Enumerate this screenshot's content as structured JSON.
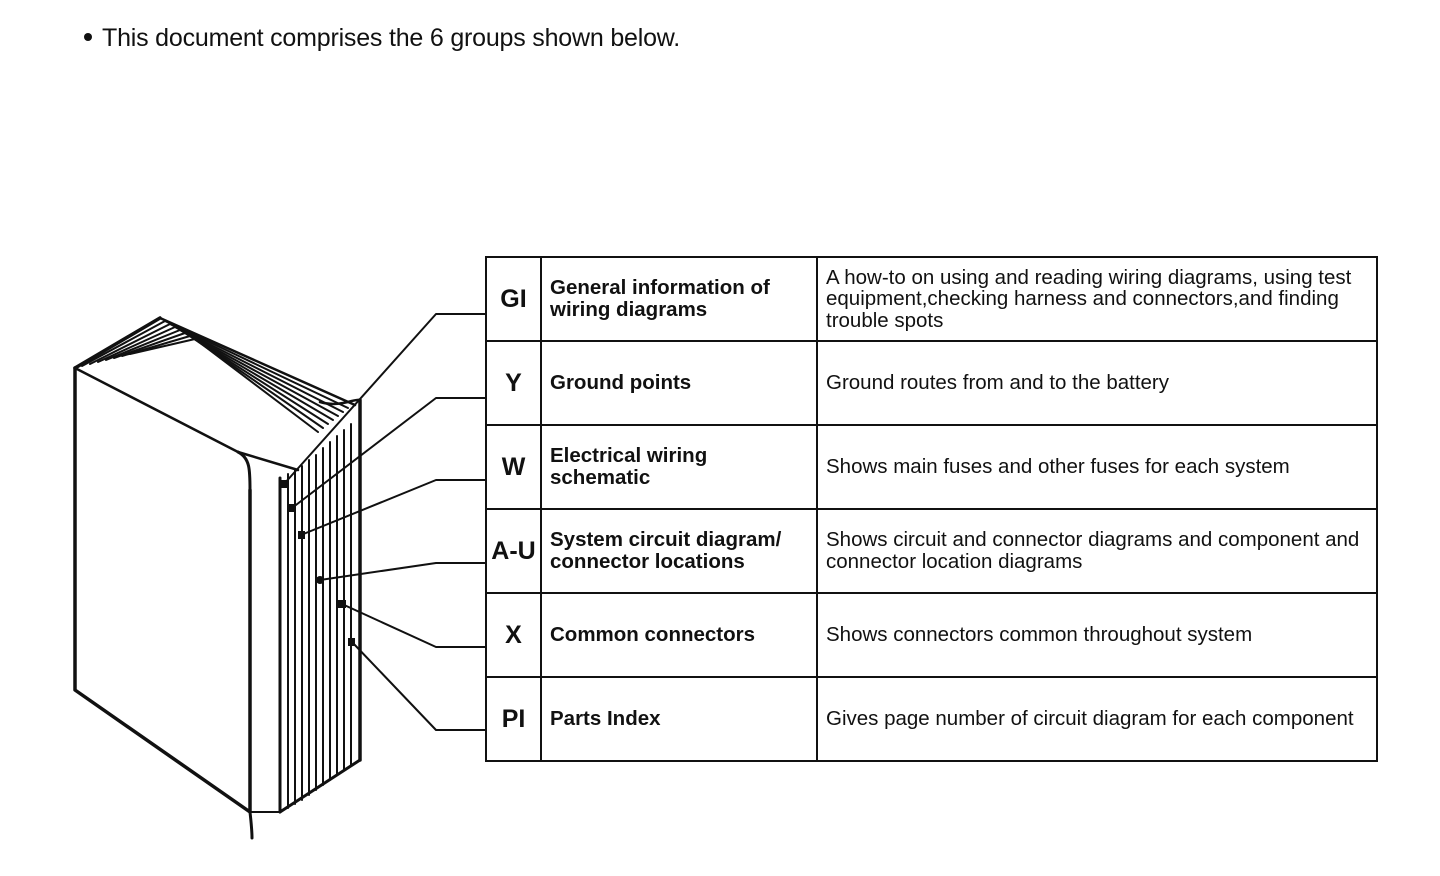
{
  "intro": {
    "text": "This document comprises the 6 groups shown below."
  },
  "groups": [
    {
      "code": "GI",
      "title": "General information of wiring diagrams",
      "description": "A how-to on using and reading wiring diagrams, using test equipment,checking harness and connectors,and finding trouble spots"
    },
    {
      "code": "Y",
      "title": "Ground points",
      "description": "Ground routes from and to the battery"
    },
    {
      "code": "W",
      "title": "Electrical wiring schematic",
      "description": "Shows main fuses and other fuses for each system"
    },
    {
      "code": "A-U",
      "title": "System circuit diagram/ connector locations",
      "description": "Shows circuit and connector diagrams and component and connector location diagrams"
    },
    {
      "code": "X",
      "title": "Common connectors",
      "description": "Shows connectors common throughout system"
    },
    {
      "code": "PI",
      "title": "Parts Index",
      "description": "Gives page number of circuit diagram for each component"
    }
  ]
}
